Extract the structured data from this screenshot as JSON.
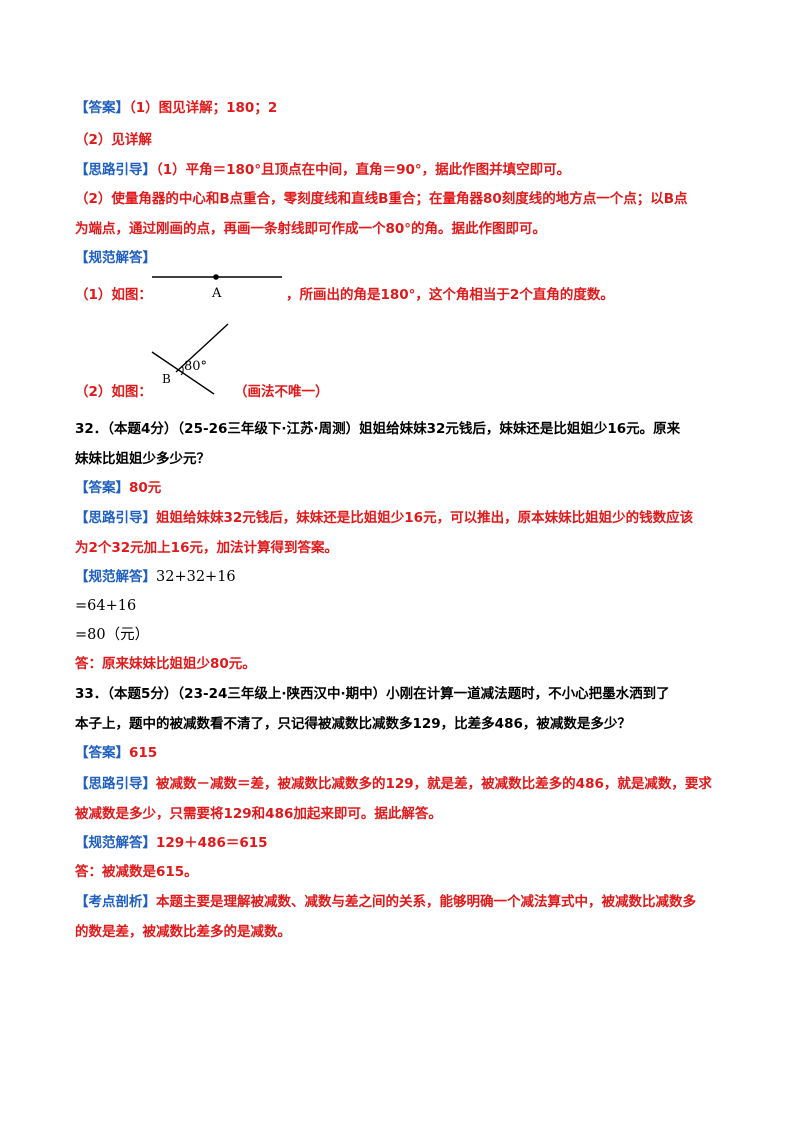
{
  "q31": {
    "answer_tag": "【答案】",
    "answer_1": "（1）图见详解；180；2",
    "answer_2": "（2）见详解",
    "hint_tag": "【思路引导】",
    "hint_1": "（1）平角＝180°且顶点在中间，直角＝90°，据此作图并填空即可。",
    "hint_2_line1": "（2）使量角器的中心和B点重合，零刻度线和直线B重合；在量角器80刻度线的地方点一个点；以B点",
    "hint_2_line2": "为端点，通过刚画的点，再画一条射线即可作成一个80°的角。据此作图即可。",
    "solution_tag": "【规范解答】",
    "sol_1_prefix": "（1）如图：",
    "sol_1_suffix": "，所画出的角是180°，这个角相当于2个直角的度数。",
    "fig1_point_label": "A",
    "sol_2_prefix": "（2）如图：",
    "sol_2_suffix": "（画法不唯一）",
    "fig2_point_label": "B",
    "fig2_angle_label": "80°"
  },
  "q32": {
    "question_line1": "32．（本题4分）（25-26三年级下·江苏·周测）姐姐给妹妹32元钱后，妹妹还是比姐姐少16元。原来",
    "question_line2": "妹妹比姐姐少多少元？",
    "answer_tag": "【答案】",
    "answer": "80元",
    "hint_tag": "【思路引导】",
    "hint_line1": "姐姐给妹妹32元钱后，妹妹还是比姐姐少16元，可以推出，原本妹妹比姐姐少的钱数应该",
    "hint_line2": "为2个32元加上16元，加法计算得到答案。",
    "solution_tag": "【规范解答】",
    "calc_1": "32+32+16",
    "calc_2": "=64+16",
    "calc_3": "=80（元）",
    "reply": "答：原来妹妹比姐姐少80元。"
  },
  "q33": {
    "question_line1": "33．（本题5分）（23-24三年级上·陕西汉中·期中）小刚在计算一道减法题时，不小心把墨水洒到了",
    "question_line2": "本子上，题中的被减数看不清了，只记得被减数比减数多129，比差多486，被减数是多少？",
    "answer_tag": "【答案】",
    "answer": "615",
    "hint_tag": "【思路引导】",
    "hint_line1": "被减数－减数＝差，被减数比减数多的129，就是差，被减数比差多的486，就是减数，要求",
    "hint_line2": "被减数是多少，只需要将129和486加起来即可。据此解答。",
    "solution_tag": "【规范解答】",
    "calc": "129＋486＝615",
    "reply": "答：被减数是615。",
    "analysis_tag": "【考点剖析】",
    "analysis_line1": "本题主要是理解被减数、减数与差之间的关系，能够明确一个减法算式中，被减数比减数多",
    "analysis_line2": "的数是差，被减数比差多的是减数。"
  },
  "colors": {
    "tag": "#1f5fbf",
    "highlight": "#e0191b",
    "text": "#000000"
  }
}
